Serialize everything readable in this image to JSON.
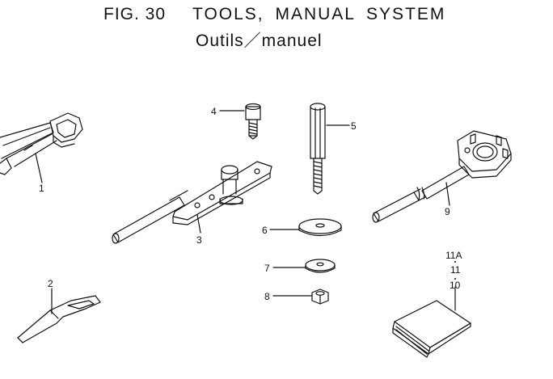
{
  "header": {
    "fig_no": "FIG. 30",
    "title": "TOOLS, MANUAL SYSTEM",
    "subtitle": "Outils／manuel"
  },
  "parts": [
    {
      "ref": "1",
      "icon": "box-wrench-icon"
    },
    {
      "ref": "2",
      "icon": "pin-punch-icon"
    },
    {
      "ref": "3",
      "icon": "holder-bar-icon"
    },
    {
      "ref": "4",
      "icon": "bolt-icon"
    },
    {
      "ref": "5",
      "icon": "stud-bolt-icon"
    },
    {
      "ref": "6",
      "icon": "large-washer-icon"
    },
    {
      "ref": "7",
      "icon": "small-washer-icon"
    },
    {
      "ref": "8",
      "icon": "nut-icon"
    },
    {
      "ref": "9",
      "icon": "flywheel-holder-icon"
    },
    {
      "ref": "10",
      "icon": "manual-booklet-icon"
    },
    {
      "ref": "11",
      "icon": "manual-booklet-icon"
    },
    {
      "ref": "11A",
      "icon": "manual-booklet-icon"
    }
  ],
  "colors": {
    "line": "#111111",
    "background": "#ffffff"
  }
}
